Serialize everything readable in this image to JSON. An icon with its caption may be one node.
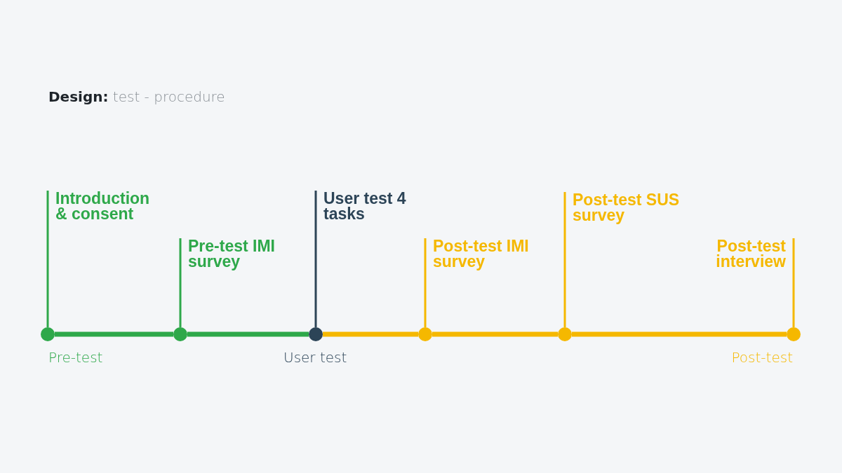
{
  "diagram": {
    "title": "**Design:** test - procedure",
    "nodes": [
      {
        "text": [
          "Introduction & consent"
        ]
      },
      {
        "text": [
          "Pre-test IMI survey"
        ]
      },
      {
        "text": [
          "User test 4 tasks"
        ]
      },
      {
        "text": [
          "Post-test IMI survey"
        ]
      },
      {
        "text": [
          "Post-test SUS survey"
        ]
      },
      {
        "text": [
          "Post-test interview"
        ]
      },
      {
        "text": [],
        "shape": "circle",
        "beside": [
          "Pre-test"
        ]
      },
      {
        "text": [],
        "shape": "circle"
      },
      {
        "text": [],
        "shape": "circle",
        "beside": [
          "User test"
        ]
      },
      {
        "text": [],
        "shape": "circle"
      },
      {
        "text": [],
        "shape": "circle"
      },
      {
        "text": [],
        "shape": "circle",
        "beside": [
          "Post-test"
        ]
      }
    ],
    "edges": [
      {
        "from": 6,
        "to": 0,
        "arrow": "none",
        "color": "#2ea84a"
      },
      {
        "from": 7,
        "to": 1,
        "arrow": "none",
        "color": "#2ea84a"
      },
      {
        "from": 8,
        "to": 2,
        "arrow": "none",
        "color": "#2c4457"
      },
      {
        "from": 9,
        "to": 3,
        "arrow": "none"
      },
      {
        "from": 10,
        "to": 4,
        "arrow": "none"
      },
      {
        "from": 11,
        "to": 5,
        "arrow": "none"
      },
      {
        "from": 6,
        "to": 7,
        "arrow": "none",
        "style": "thick",
        "color": "#2ea84a"
      },
      {
        "from": 7,
        "to": 8,
        "arrow": "none",
        "style": "thick",
        "color": "#2ea84a"
      },
      {
        "from": 8,
        "to": 9,
        "arrow": "none",
        "style": "thick"
      },
      {
        "from": 9,
        "to": 10,
        "arrow": "none",
        "style": "thick"
      },
      {
        "from": 10,
        "to": 11,
        "arrow": "none",
        "style": "thick"
      }
    ]
  }
}
